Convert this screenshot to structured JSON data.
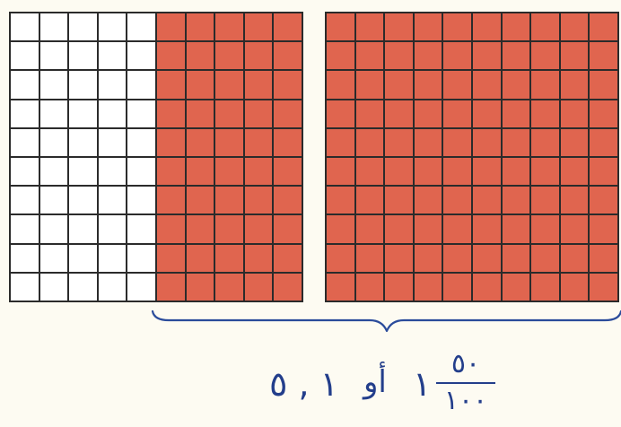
{
  "colors": {
    "filled": "#e0654f",
    "empty": "#ffffff",
    "grid_line": "#2b2b2b",
    "brace": "#2a4b9b",
    "text": "#233e8b"
  },
  "left_grid": {
    "rows": 10,
    "cols": 10,
    "shaded_cols_from_right": 5
  },
  "right_grid": {
    "rows": 10,
    "cols": 10,
    "shaded_cols_from_right": 10
  },
  "expression": {
    "whole": "١",
    "numerator": "٥٠",
    "denominator": "١٠٠",
    "or_word": "أو",
    "decimal": "١ , ٥"
  }
}
